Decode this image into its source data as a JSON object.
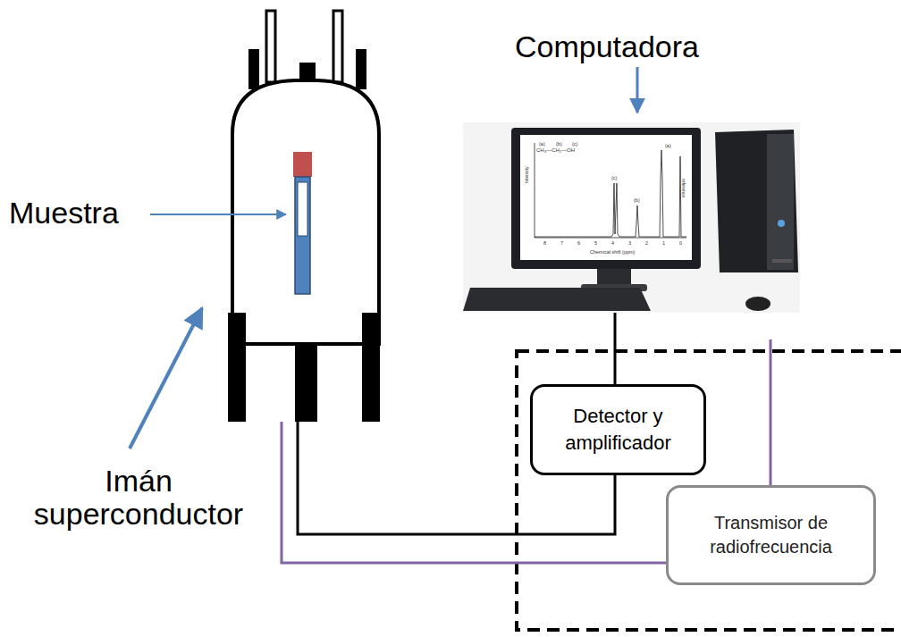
{
  "diagram": {
    "nodes": [
      {
        "text": [
          "Detector y amplificador"
        ]
      },
      {
        "text": [
          "Transmisor de radiofrecuencia"
        ]
      }
    ],
    "labels": [
      "Computadora",
      "Muestra",
      "Imán superconductor",
      "(a)",
      "(b)",
      "(c)",
      "CH₃—CH₂—OH",
      "Intensity",
      "Chemical shift (ppm)",
      "reference",
      "(c)",
      "(b)",
      "(a)",
      "8",
      "7",
      "6",
      "5",
      "4",
      "3",
      "2",
      "1",
      "0"
    ]
  }
}
